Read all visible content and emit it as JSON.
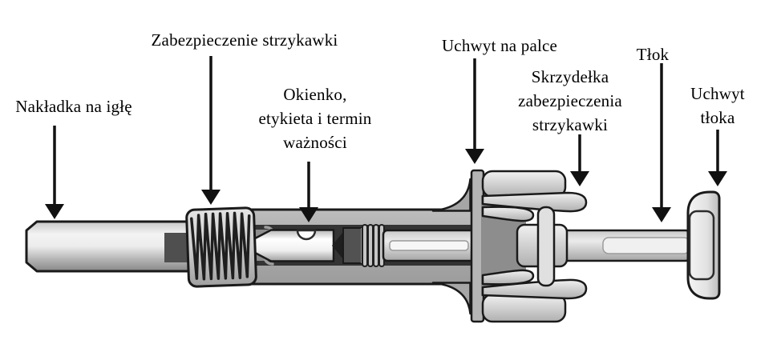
{
  "diagram": {
    "type": "labeled-device-diagram",
    "subject": "pre-filled syringe with safety guard (side cross-section view)",
    "labels": {
      "needle_cap": "Nakładka na igłę",
      "syringe_guard": "Zabezpieczenie strzykawki",
      "window": "Okienko,\netykieta i termin\nważności",
      "finger_grip": "Uchwyt na palce",
      "guard_wings": "Skrzydełka\nzabezpieczenia\nstrzykawki",
      "plunger": "Tłok",
      "plunger_grip": "Uchwyt\ntłoka"
    },
    "colors": {
      "background": "#ffffff",
      "outline": "#1a1a1a",
      "arrow": "#111111",
      "body_gray": "#a8a8a8",
      "channel_dark": "#343434",
      "part_light": "#ececec",
      "backdrop_gray": "#8d8d8d",
      "text": "#000000"
    }
  }
}
